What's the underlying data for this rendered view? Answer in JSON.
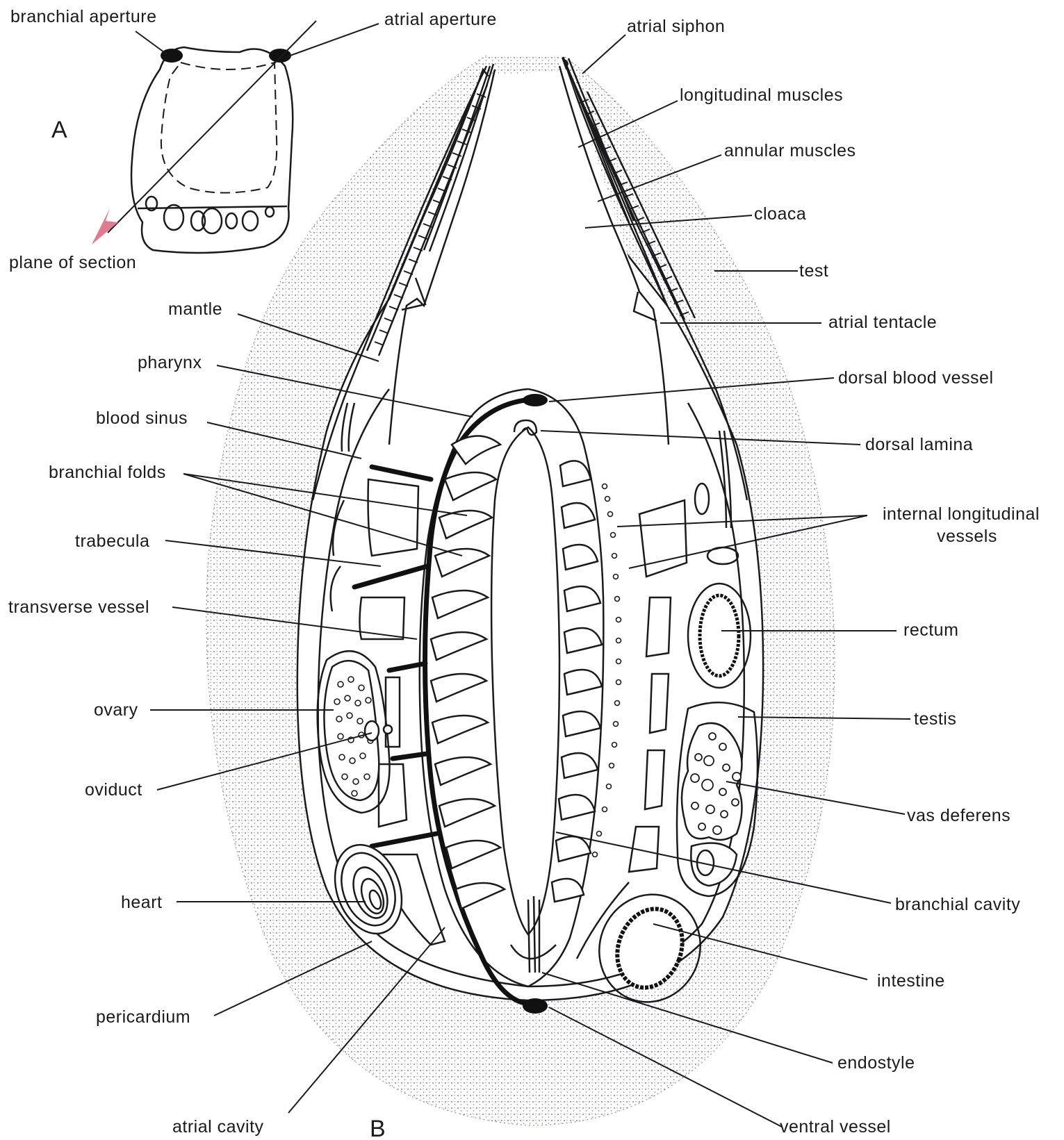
{
  "figure_A": {
    "panel_label": "A",
    "labels": {
      "branchial_aperture": "branchial aperture",
      "atrial_aperture": "atrial aperture",
      "plane_of_section": "plane of section"
    }
  },
  "figure_B": {
    "panel_label": "B",
    "labels_left": {
      "mantle": "mantle",
      "pharynx": "pharynx",
      "blood_sinus": "blood sinus",
      "branchial_folds": "branchial folds",
      "trabecula": "trabecula",
      "transverse_vessel": "transverse vessel",
      "ovary": "ovary",
      "oviduct": "oviduct",
      "heart": "heart",
      "pericardium": "pericardium",
      "atrial_cavity": "atrial cavity"
    },
    "labels_right": {
      "atrial_siphon": "atrial siphon",
      "longitudinal_muscles": "longitudinal muscles",
      "annular_muscles": "annular muscles",
      "cloaca": "cloaca",
      "test": "test",
      "atrial_tentacle": "atrial tentacle",
      "dorsal_blood_vessel": "dorsal blood vessel",
      "dorsal_lamina": "dorsal lamina",
      "internal_longitudinal_vessels_line1": "internal longitudinal",
      "internal_longitudinal_vessels_line2": "vessels",
      "rectum": "rectum",
      "testis": "testis",
      "vas_deferens": "vas deferens",
      "branchial_cavity": "branchial cavity",
      "intestine": "intestine",
      "endostyle": "endostyle",
      "ventral_vessel": "ventral vessel"
    }
  },
  "colors": {
    "ink": "#1a1a1a",
    "test_stipple": "#b8a9c0",
    "arrow": "#e07a8e",
    "background": "#ffffff"
  }
}
